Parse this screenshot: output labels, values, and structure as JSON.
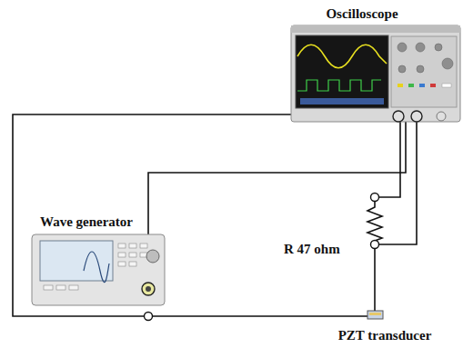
{
  "diagram": {
    "labels": [
      "Oscilloscope",
      "Wave generator",
      "R 47 ohm",
      "PZT transducer"
    ]
  }
}
